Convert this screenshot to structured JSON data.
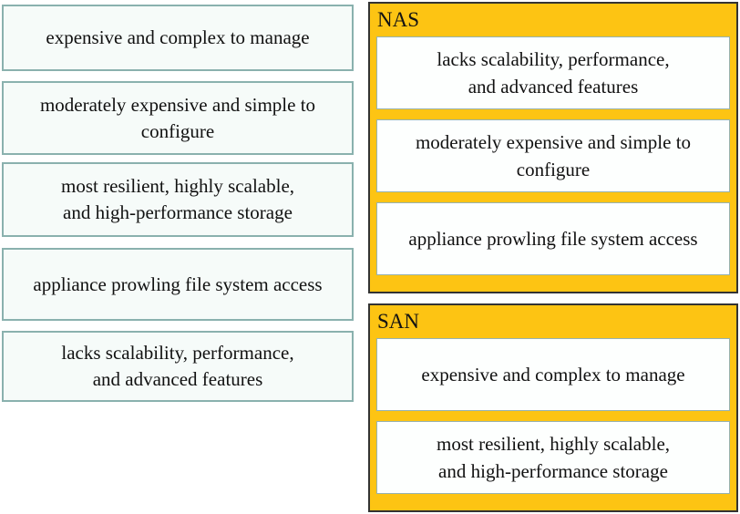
{
  "colors": {
    "panel_yellow": "#fdc413",
    "panel_border": "#333333",
    "option_border": "#8ab1ae",
    "option_fill": "#f6fbf9",
    "slot_border": "#96b2b0",
    "slot_fill": "#fdfffe",
    "text": "#111111"
  },
  "options": [
    "expensive and complex to manage",
    "moderately expensive and simple to\nconfigure",
    "most resilient, highly scalable,\nand high-performance storage",
    "appliance prowling file system access",
    "lacks scalability, performance,\nand advanced features"
  ],
  "targets": [
    {
      "label": "NAS",
      "slots": [
        "lacks scalability, performance,\nand advanced features",
        "moderately expensive and simple to\nconfigure",
        "appliance prowling file system access"
      ]
    },
    {
      "label": "SAN",
      "slots": [
        "expensive and complex to manage",
        "most resilient, highly scalable,\nand high-performance storage"
      ]
    }
  ]
}
